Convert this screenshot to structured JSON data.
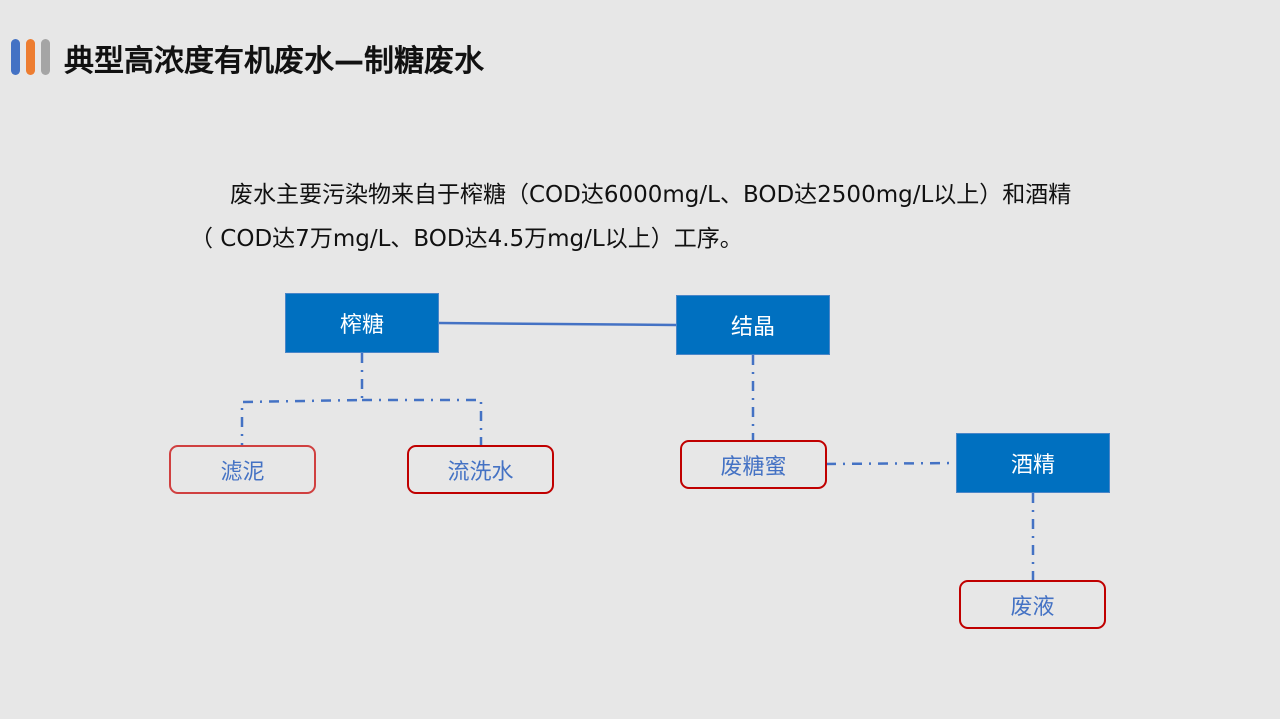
{
  "header": {
    "title": "典型高浓度有机废水—制糖废水",
    "accent_colors": [
      "#4472c4",
      "#ed7d31",
      "#a5a5a5"
    ]
  },
  "body": {
    "line1": "废水主要污染物来自于榨糖（COD达6000mg/L、BOD达2500mg/L以上）和酒精",
    "line2": "（ COD达7万mg/L、BOD达4.5万mg/L以上）工序。"
  },
  "diagram": {
    "nodes": {
      "press": "榨糖",
      "crystal": "结晶",
      "sludge": "滤泥",
      "rinse": "流洗水",
      "molasses": "废糖蜜",
      "alcohol": "酒精",
      "waste": "废液"
    },
    "colors": {
      "process_fill": "#0070c0",
      "waste_border": "#c00000",
      "waste_text": "#4472c4",
      "connector": "#4472c4"
    }
  }
}
